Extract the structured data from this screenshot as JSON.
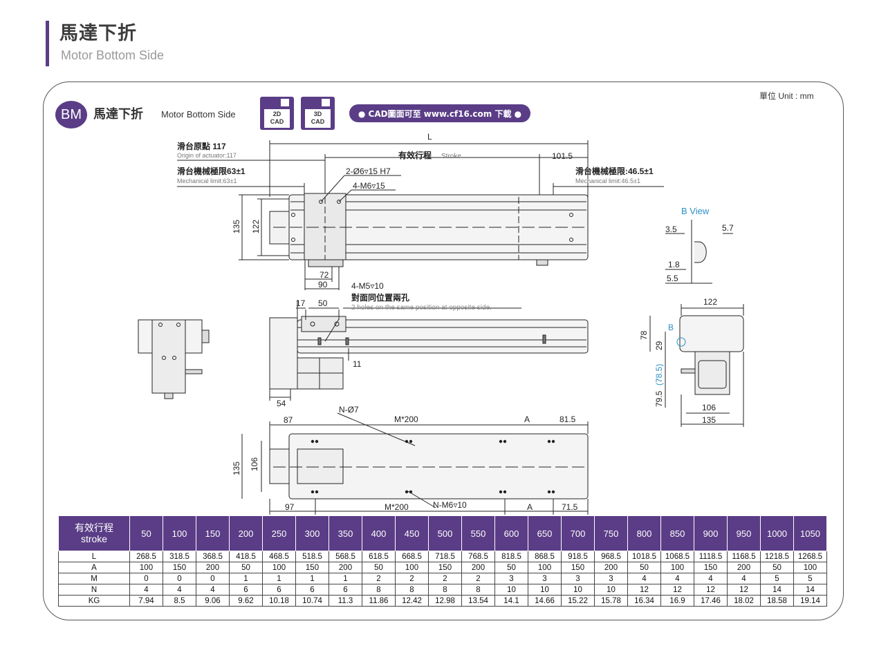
{
  "header": {
    "title_zh": "馬達下折",
    "title_en": "Motor Bottom Side"
  },
  "panel": {
    "unit_label": "單位 Unit : mm",
    "badge": "BM",
    "section_zh": "馬達下折",
    "section_en": "Motor Bottom Side",
    "cad_buttons": [
      {
        "line1": "2D",
        "line2": "CAD"
      },
      {
        "line1": "3D",
        "line2": "CAD"
      }
    ],
    "cad_banner": "● CAD圖面可至 www.cf16.com 下載 ●"
  },
  "drawing": {
    "L": "L",
    "origin_zh": "滑台原點 117",
    "origin_en": "Origin of actuator:117",
    "stroke_zh": "有效行程",
    "stroke_en": "Stroke",
    "dim_101_5": "101.5",
    "mech_left_zh": "滑台機械極限63±1",
    "mech_left_en": "Mechanical limit:63±1",
    "mech_right_zh": "滑台機械極限:46.5±1",
    "mech_right_en": "Mechanical limit:46.5±1",
    "hole1": "2-Ø6▿15 H7",
    "hole2": "4-M6▿15",
    "dim_135": "135",
    "dim_122": "122",
    "dim_72": "72",
    "dim_90": "90",
    "m5_label": "4-M5▿10",
    "opposite_zh": "對面同位置兩孔",
    "opposite_en": "2 holes on the same position at opposite side.",
    "dim_17": "17",
    "dim_50": "50",
    "dim_11": "11",
    "dim_54": "54",
    "bview_title": "B View",
    "bview_35": "3.5",
    "bview_57": "5.7",
    "bview_18": "1.8",
    "bview_55": "5.5",
    "end_122": "122",
    "end_78": "78",
    "end_29": "29",
    "end_795_a": "79.5",
    "end_795_b": "(78.5)",
    "end_106": "106",
    "end_135": "135",
    "end_B": "B",
    "bot_87": "87",
    "bot_n7": "N-Ø7",
    "bot_m200_top": "M*200",
    "bot_A_top": "A",
    "bot_815": "81.5",
    "bot_135": "135",
    "bot_106": "106",
    "bot_97": "97",
    "bot_m200_bot": "M*200",
    "bot_nm6": "N-M6▿10",
    "bot_A_bot": "A",
    "bot_715": "71.5"
  },
  "spec_table": {
    "header_zh": "有效行程",
    "header_en": "stroke",
    "strokes": [
      "50",
      "100",
      "150",
      "200",
      "250",
      "300",
      "350",
      "400",
      "450",
      "500",
      "550",
      "600",
      "650",
      "700",
      "750",
      "800",
      "850",
      "900",
      "950",
      "1000",
      "1050"
    ],
    "rows": [
      {
        "label": "L",
        "values": [
          "268.5",
          "318.5",
          "368.5",
          "418.5",
          "468.5",
          "518.5",
          "568.5",
          "618.5",
          "668.5",
          "718.5",
          "768.5",
          "818.5",
          "868.5",
          "918.5",
          "968.5",
          "1018.5",
          "1068.5",
          "1118.5",
          "1168.5",
          "1218.5",
          "1268.5"
        ]
      },
      {
        "label": "A",
        "values": [
          "100",
          "150",
          "200",
          "50",
          "100",
          "150",
          "200",
          "50",
          "100",
          "150",
          "200",
          "50",
          "100",
          "150",
          "200",
          "50",
          "100",
          "150",
          "200",
          "50",
          "100"
        ]
      },
      {
        "label": "M",
        "values": [
          "0",
          "0",
          "0",
          "1",
          "1",
          "1",
          "1",
          "2",
          "2",
          "2",
          "2",
          "3",
          "3",
          "3",
          "3",
          "4",
          "4",
          "4",
          "4",
          "5",
          "5"
        ]
      },
      {
        "label": "N",
        "values": [
          "4",
          "4",
          "4",
          "6",
          "6",
          "6",
          "6",
          "8",
          "8",
          "8",
          "8",
          "10",
          "10",
          "10",
          "10",
          "12",
          "12",
          "12",
          "12",
          "14",
          "14"
        ]
      },
      {
        "label": "KG",
        "values": [
          "7.94",
          "8.5",
          "9.06",
          "9.62",
          "10.18",
          "10.74",
          "11.3",
          "11.86",
          "12.42",
          "12.98",
          "13.54",
          "14.1",
          "14.66",
          "15.22",
          "15.78",
          "16.34",
          "16.9",
          "17.46",
          "18.02",
          "18.58",
          "19.14"
        ]
      }
    ]
  },
  "colors": {
    "accent": "#5a3d86",
    "dim_blue": "#2a8fc4"
  }
}
